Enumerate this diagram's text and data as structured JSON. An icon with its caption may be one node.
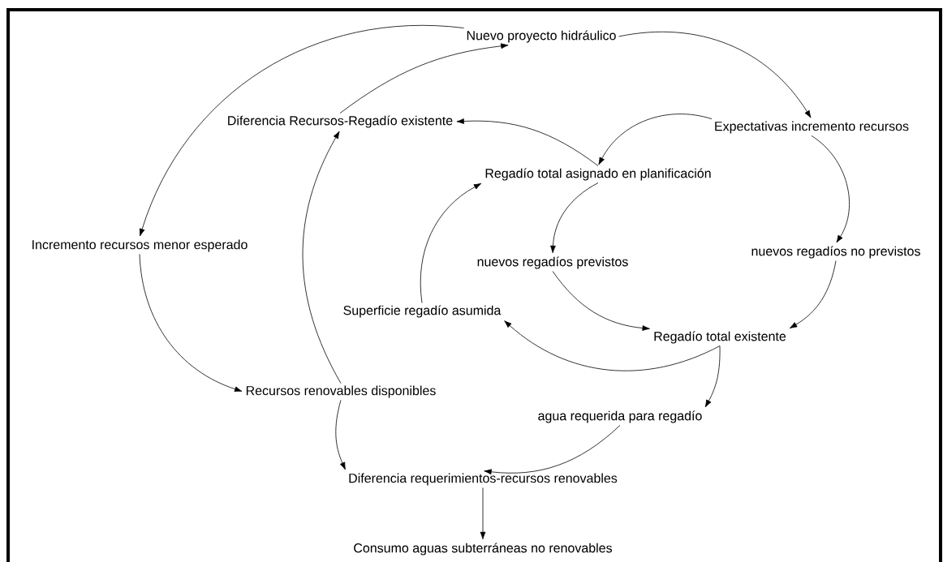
{
  "diagram": {
    "nodes": [
      {
        "text": [
          "Nuevo proyecto hidráulico"
        ]
      },
      {
        "text": [
          "Diferencia Recursos-Regadío existente"
        ]
      },
      {
        "text": [
          "Expectativas incremento recursos"
        ]
      },
      {
        "text": [
          "Regadío total asignado en planificación"
        ]
      },
      {
        "text": [
          "Incremento recursos menor esperado"
        ]
      },
      {
        "text": [
          "nuevos regadíos previstos"
        ]
      },
      {
        "text": [
          "nuevos regadíos no previstos"
        ]
      },
      {
        "text": [
          "Superficie regadío asumida"
        ]
      },
      {
        "text": [
          "Regadío total existente"
        ]
      },
      {
        "text": [
          "Recursos renovables disponibles"
        ]
      },
      {
        "text": [
          "agua requerida para regadío"
        ]
      },
      {
        "text": [
          "Diferencia requerimientos-recursos renovables"
        ]
      },
      {
        "text": [
          "Consumo aguas subterráneas no renovables"
        ]
      }
    ],
    "edges": [
      {
        "from": 0,
        "to": 2,
        "arrow": "to"
      },
      {
        "from": 0,
        "to": 4,
        "arrow": "to"
      },
      {
        "from": 1,
        "to": 0,
        "arrow": "to"
      },
      {
        "from": 3,
        "to": 1,
        "arrow": "to"
      },
      {
        "from": 2,
        "to": 3,
        "arrow": "to"
      },
      {
        "from": 2,
        "to": 6,
        "arrow": "to"
      },
      {
        "from": 3,
        "to": 5,
        "arrow": "to"
      },
      {
        "from": 5,
        "to": 8,
        "arrow": "to"
      },
      {
        "from": 6,
        "to": 8,
        "arrow": "to"
      },
      {
        "from": 8,
        "to": 7,
        "arrow": "to"
      },
      {
        "from": 7,
        "to": 3,
        "arrow": "to"
      },
      {
        "from": 4,
        "to": 9,
        "arrow": "to"
      },
      {
        "from": 9,
        "to": 1,
        "arrow": "to"
      },
      {
        "from": 9,
        "to": 11,
        "arrow": "to"
      },
      {
        "from": 8,
        "to": 10,
        "arrow": "to"
      },
      {
        "from": 10,
        "to": 11,
        "arrow": "to"
      },
      {
        "from": 11,
        "to": 12,
        "arrow": "to"
      }
    ]
  }
}
